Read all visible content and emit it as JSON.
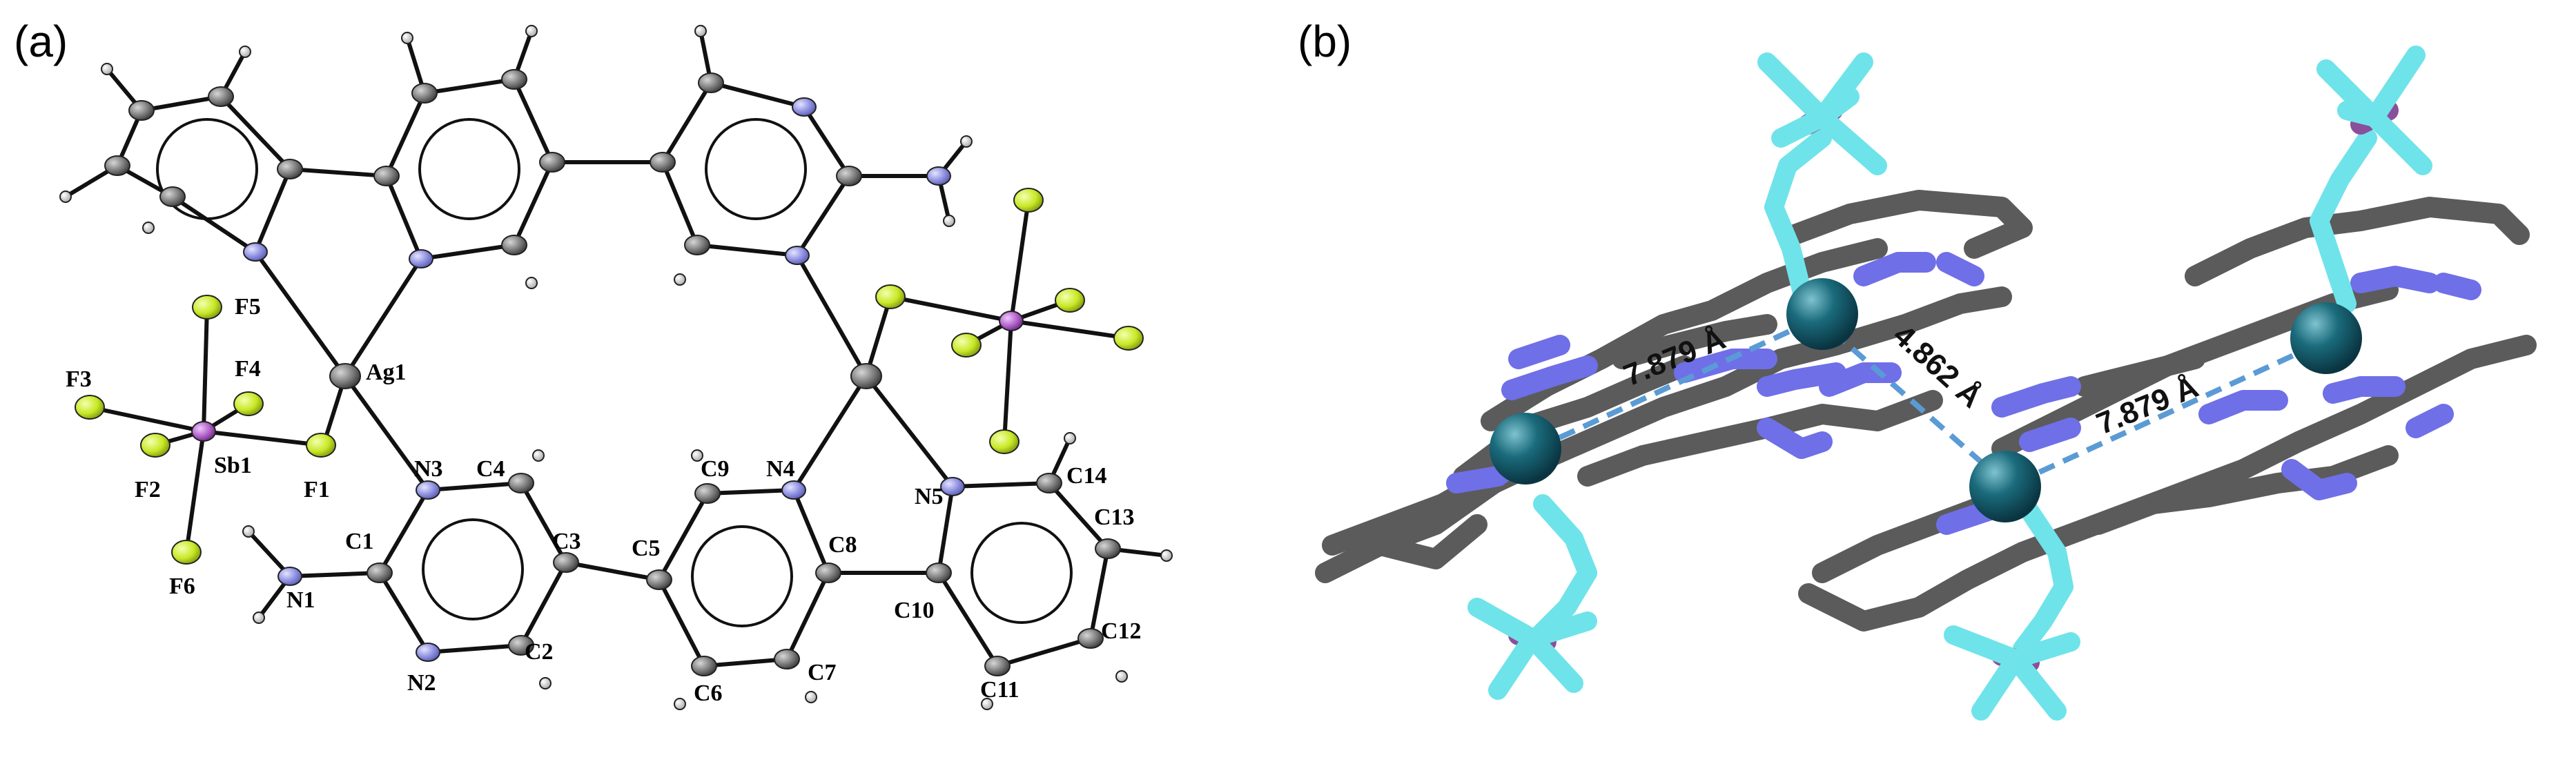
{
  "panels": {
    "a": {
      "letter": "(a)",
      "labels": {
        "F5": "F5",
        "F4": "F4",
        "F3": "F3",
        "F2": "F2",
        "F1": "F1",
        "F6": "F6",
        "Sb1": "Sb1",
        "Ag1": "Ag1",
        "N1": "N1",
        "N2": "N2",
        "N3": "N3",
        "N4": "N4",
        "N5": "N5",
        "C1": "C1",
        "C2": "C2",
        "C3": "C3",
        "C4": "C4",
        "C5": "C5",
        "C6": "C6",
        "C7": "C7",
        "C8": "C8",
        "C9": "C9",
        "C10": "C10",
        "C11": "C11",
        "C12": "C12",
        "C13": "C13",
        "C14": "C14"
      }
    },
    "b": {
      "letter": "(b)",
      "distances": {
        "left_ag_ag": "7.879 Å",
        "inter_ag_ag": "4.862 Å",
        "right_ag_ag": "7.879 Å"
      }
    }
  },
  "colors": {
    "carbon": "#4a4a4a",
    "nitrogen": "#7d7fe0",
    "fluorine": "#c8e826",
    "antimony": "#9a5aa8",
    "hydrogen": "#d8d8d8",
    "silver_b": "#145a6a",
    "fluorine_b": "#6fe3ea",
    "antimony_b": "#8a4f9a",
    "nitrogen_b": "#6f6fe8",
    "carbon_b": "#5b5b5b",
    "contact_line": "#5b9bd5"
  }
}
